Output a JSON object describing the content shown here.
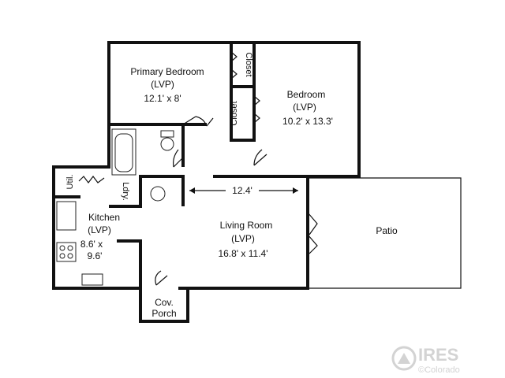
{
  "rooms": {
    "primary_bedroom": {
      "name": "Primary Bedroom",
      "floor": "(LVP)",
      "size": "12.1' x 8'"
    },
    "bedroom": {
      "name": "Bedroom",
      "floor": "(LVP)",
      "size": "10.2' x 13.3'"
    },
    "closet_1": {
      "name": "Closet"
    },
    "closet_2": {
      "name": "Closet"
    },
    "utility": {
      "name": "Util."
    },
    "laundry": {
      "name": "Ldry."
    },
    "kitchen": {
      "name": "Kitchen",
      "floor": "(LVP)",
      "size_line1": "8.6' x",
      "size_line2": "9.6'"
    },
    "living_room": {
      "name": "Living Room",
      "floor": "(LVP)",
      "size": "16.8' x 11.4'"
    },
    "patio": {
      "name": "Patio"
    },
    "covered_porch": {
      "name_line1": "Cov.",
      "name_line2": "Porch"
    }
  },
  "dimension": {
    "width_label": "12.4'"
  },
  "watermark": {
    "brand": "IRES",
    "credit": "©Colorado"
  }
}
